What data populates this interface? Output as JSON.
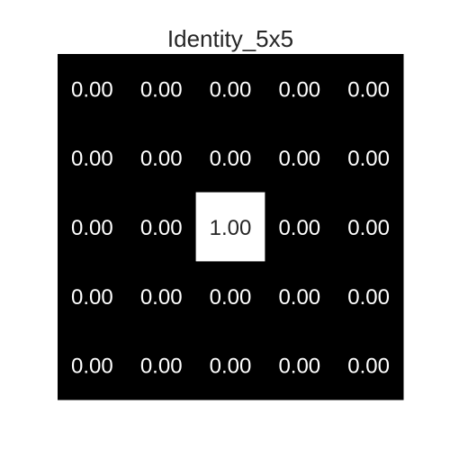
{
  "chart_data": {
    "type": "heatmap",
    "title": "Identity_5x5",
    "xlabel": "",
    "ylabel": "",
    "rows": 5,
    "cols": 5,
    "values": [
      [
        0.0,
        0.0,
        0.0,
        0.0,
        0.0
      ],
      [
        0.0,
        0.0,
        0.0,
        0.0,
        0.0
      ],
      [
        0.0,
        0.0,
        1.0,
        0.0,
        0.0
      ],
      [
        0.0,
        0.0,
        0.0,
        0.0,
        0.0
      ],
      [
        0.0,
        0.0,
        0.0,
        0.0,
        0.0
      ]
    ],
    "value_format": "0.00",
    "value_range": [
      0,
      1
    ],
    "colormap": {
      "low": "#000000",
      "high": "#ffffff"
    },
    "label_colors": {
      "on_dark": "#ffffff",
      "on_light": "#262626"
    },
    "grid": false,
    "colorbar": false
  }
}
